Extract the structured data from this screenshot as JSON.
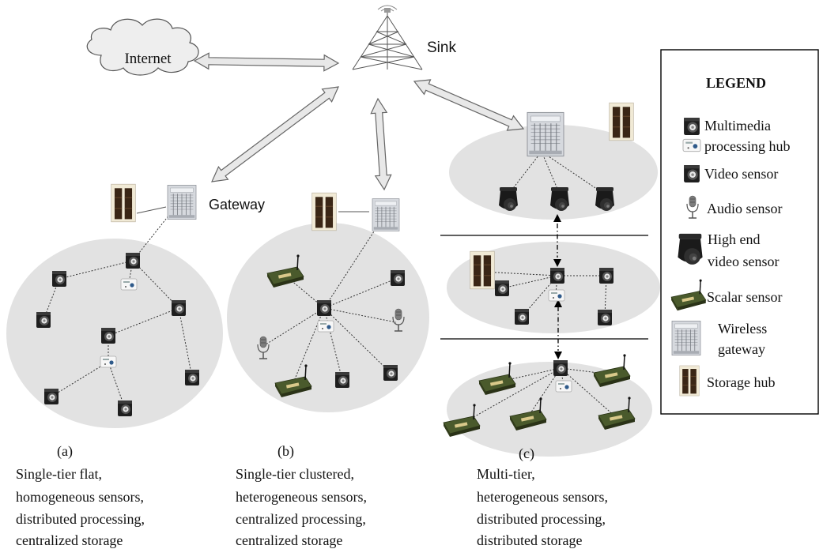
{
  "nodes": {
    "internet": "Internet",
    "sink": "Sink",
    "gateway": "Gateway"
  },
  "legend": {
    "title": "LEGEND",
    "items": [
      {
        "icon": "multimedia-processing-hub-icon",
        "lines": [
          "Multimedia",
          "processing hub"
        ]
      },
      {
        "icon": "video-sensor-icon",
        "lines": [
          "Video sensor"
        ]
      },
      {
        "icon": "audio-sensor-icon",
        "lines": [
          "Audio sensor"
        ]
      },
      {
        "icon": "high-end-video-sensor-icon",
        "lines": [
          "High end",
          "video sensor"
        ]
      },
      {
        "icon": "scalar-sensor-icon",
        "lines": [
          "Scalar sensor"
        ]
      },
      {
        "icon": "wireless-gateway-icon",
        "lines": [
          "Wireless",
          "gateway"
        ]
      },
      {
        "icon": "storage-hub-icon",
        "lines": [
          "Storage hub"
        ]
      }
    ]
  },
  "captions": [
    {
      "label": "(a)",
      "lines": [
        "Single-tier flat,",
        "homogeneous sensors,",
        "distributed processing,",
        "centralized storage"
      ]
    },
    {
      "label": "(b)",
      "lines": [
        "Single-tier clustered,",
        "heterogeneous sensors,",
        "centralized processing,",
        "centralized storage"
      ]
    },
    {
      "label": "(c)",
      "lines": [
        "Multi-tier,",
        "heterogeneous sensors,",
        "distributed processing,",
        "distributed storage"
      ]
    }
  ],
  "colors": {
    "cluster_fill": "#e2e2e2",
    "arrow_fill": "#e8e8e8",
    "arrow_stroke": "#666666",
    "camera_body": "#222222",
    "board_green": "#4a5a2c"
  }
}
